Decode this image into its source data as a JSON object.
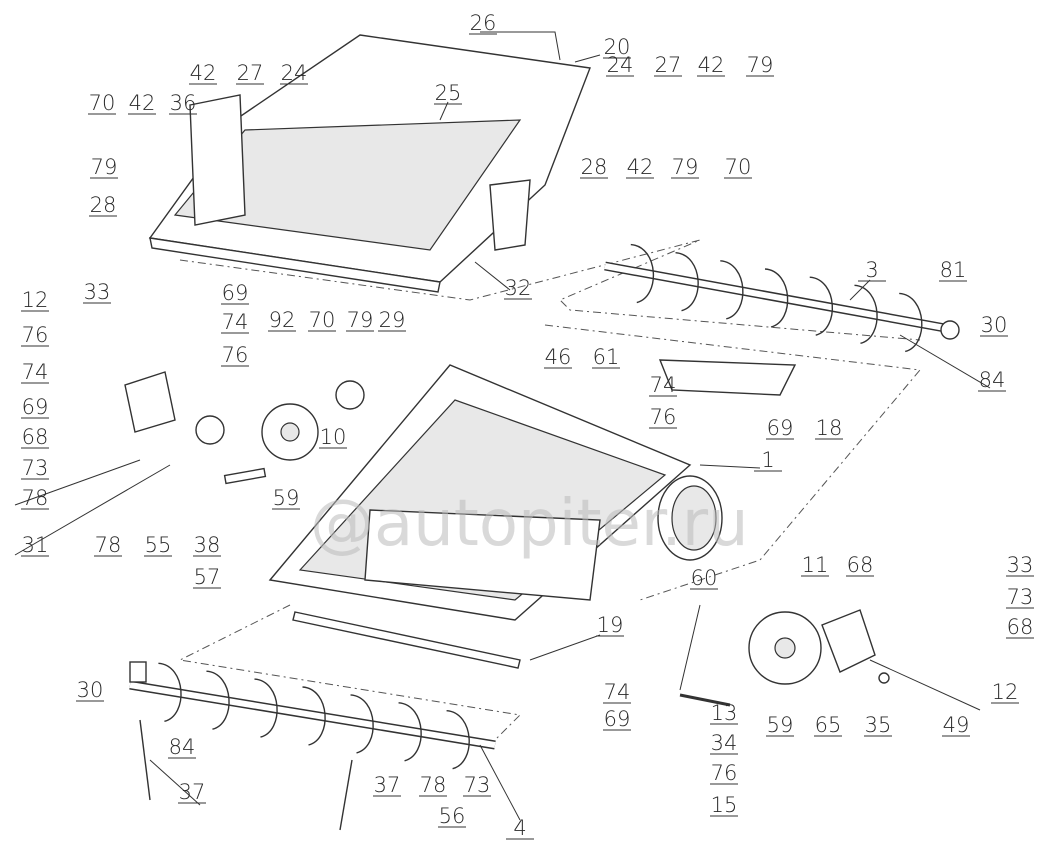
{
  "diagram": {
    "type": "exploded-parts-view",
    "watermark": "autopiter.ru",
    "part_labels": [
      "26",
      "20",
      "42",
      "27",
      "24",
      "24",
      "27",
      "42",
      "79",
      "70",
      "42",
      "36",
      "25",
      "79",
      "28",
      "28",
      "42",
      "79",
      "70",
      "3",
      "81",
      "32",
      "12",
      "33",
      "69",
      "74",
      "92",
      "70",
      "79",
      "29",
      "30",
      "76",
      "76",
      "46",
      "61",
      "74",
      "84",
      "74",
      "69",
      "76",
      "69",
      "18",
      "68",
      "10",
      "1",
      "73",
      "78",
      "59",
      "31",
      "78",
      "55",
      "38",
      "57",
      "60",
      "11",
      "68",
      "33",
      "73",
      "19",
      "68",
      "30",
      "74",
      "12",
      "13",
      "59",
      "65",
      "35",
      "49",
      "69",
      "84",
      "34",
      "37",
      "37",
      "78",
      "73",
      "76",
      "56",
      "4",
      "15"
    ]
  }
}
